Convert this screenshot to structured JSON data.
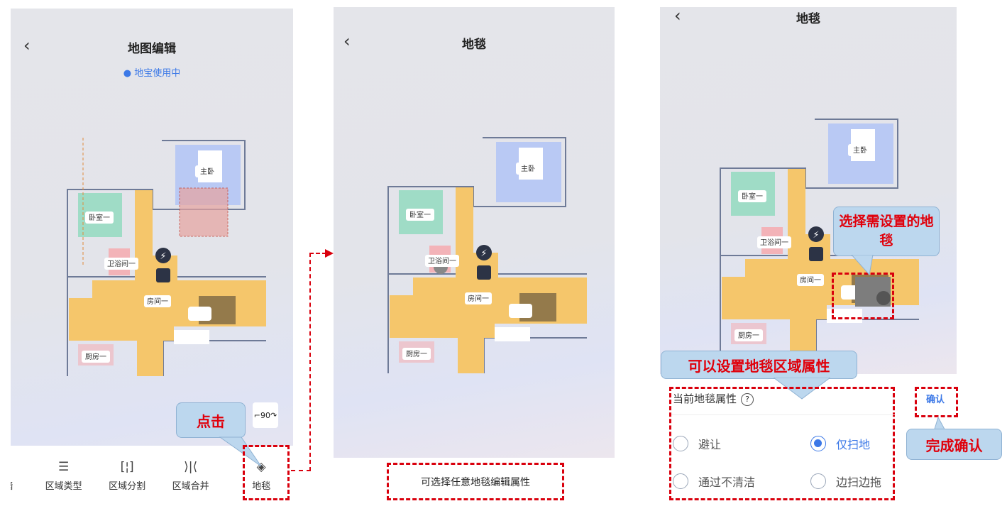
{
  "panel1": {
    "title": "地图编辑",
    "status": "● 地宝使用中",
    "rotate_label": "90",
    "toolbar": [
      {
        "label": "墙",
        "icon": "wall-icon"
      },
      {
        "label": "区域类型",
        "icon": "list-icon"
      },
      {
        "label": "区域分割",
        "icon": "split-icon"
      },
      {
        "label": "区域合并",
        "icon": "merge-icon"
      },
      {
        "label": "地毯",
        "icon": "carpet-icon"
      }
    ],
    "callout": "点击"
  },
  "panel2": {
    "title": "地毯",
    "caption": "可选择任意地毯编辑属性"
  },
  "panel3": {
    "title": "地毯",
    "callout_select": "选择需设置的地毯",
    "callout_attr": "可以设置地毯区域属性",
    "callout_confirm": "完成确认",
    "attr_title": "当前地毯属性",
    "help": "?",
    "confirm": "确认",
    "options": [
      {
        "label": "避让",
        "selected": false
      },
      {
        "label": "仅扫地",
        "selected": true
      },
      {
        "label": "通过不清洁",
        "selected": false
      },
      {
        "label": "边扫边拖",
        "selected": false
      }
    ]
  },
  "rooms": {
    "master": "主卧",
    "bed1": "卧室一",
    "bath1": "卫浴间一",
    "room1": "房间一",
    "kitchen1": "厨房一"
  },
  "colors": {
    "accent": "#3b78e7",
    "annotation": "#d9000d",
    "floor": "#f5c66b",
    "master": "#b9c9f4",
    "bedroom": "#9fdcc6"
  }
}
